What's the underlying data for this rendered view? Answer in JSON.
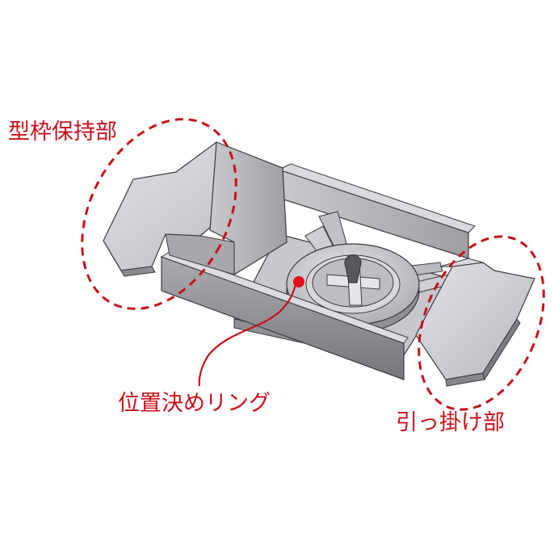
{
  "labels": {
    "formwork_holder": "型枠保持部",
    "positioning_ring": "位置決めリング",
    "hook_part": "引っ掛け部"
  },
  "colors": {
    "callout_red": "#c8101a",
    "metal_light": "#d4d5d8",
    "metal_mid": "#b9bbbf",
    "metal_dark": "#8e9095",
    "edge": "#3a3b3e"
  }
}
